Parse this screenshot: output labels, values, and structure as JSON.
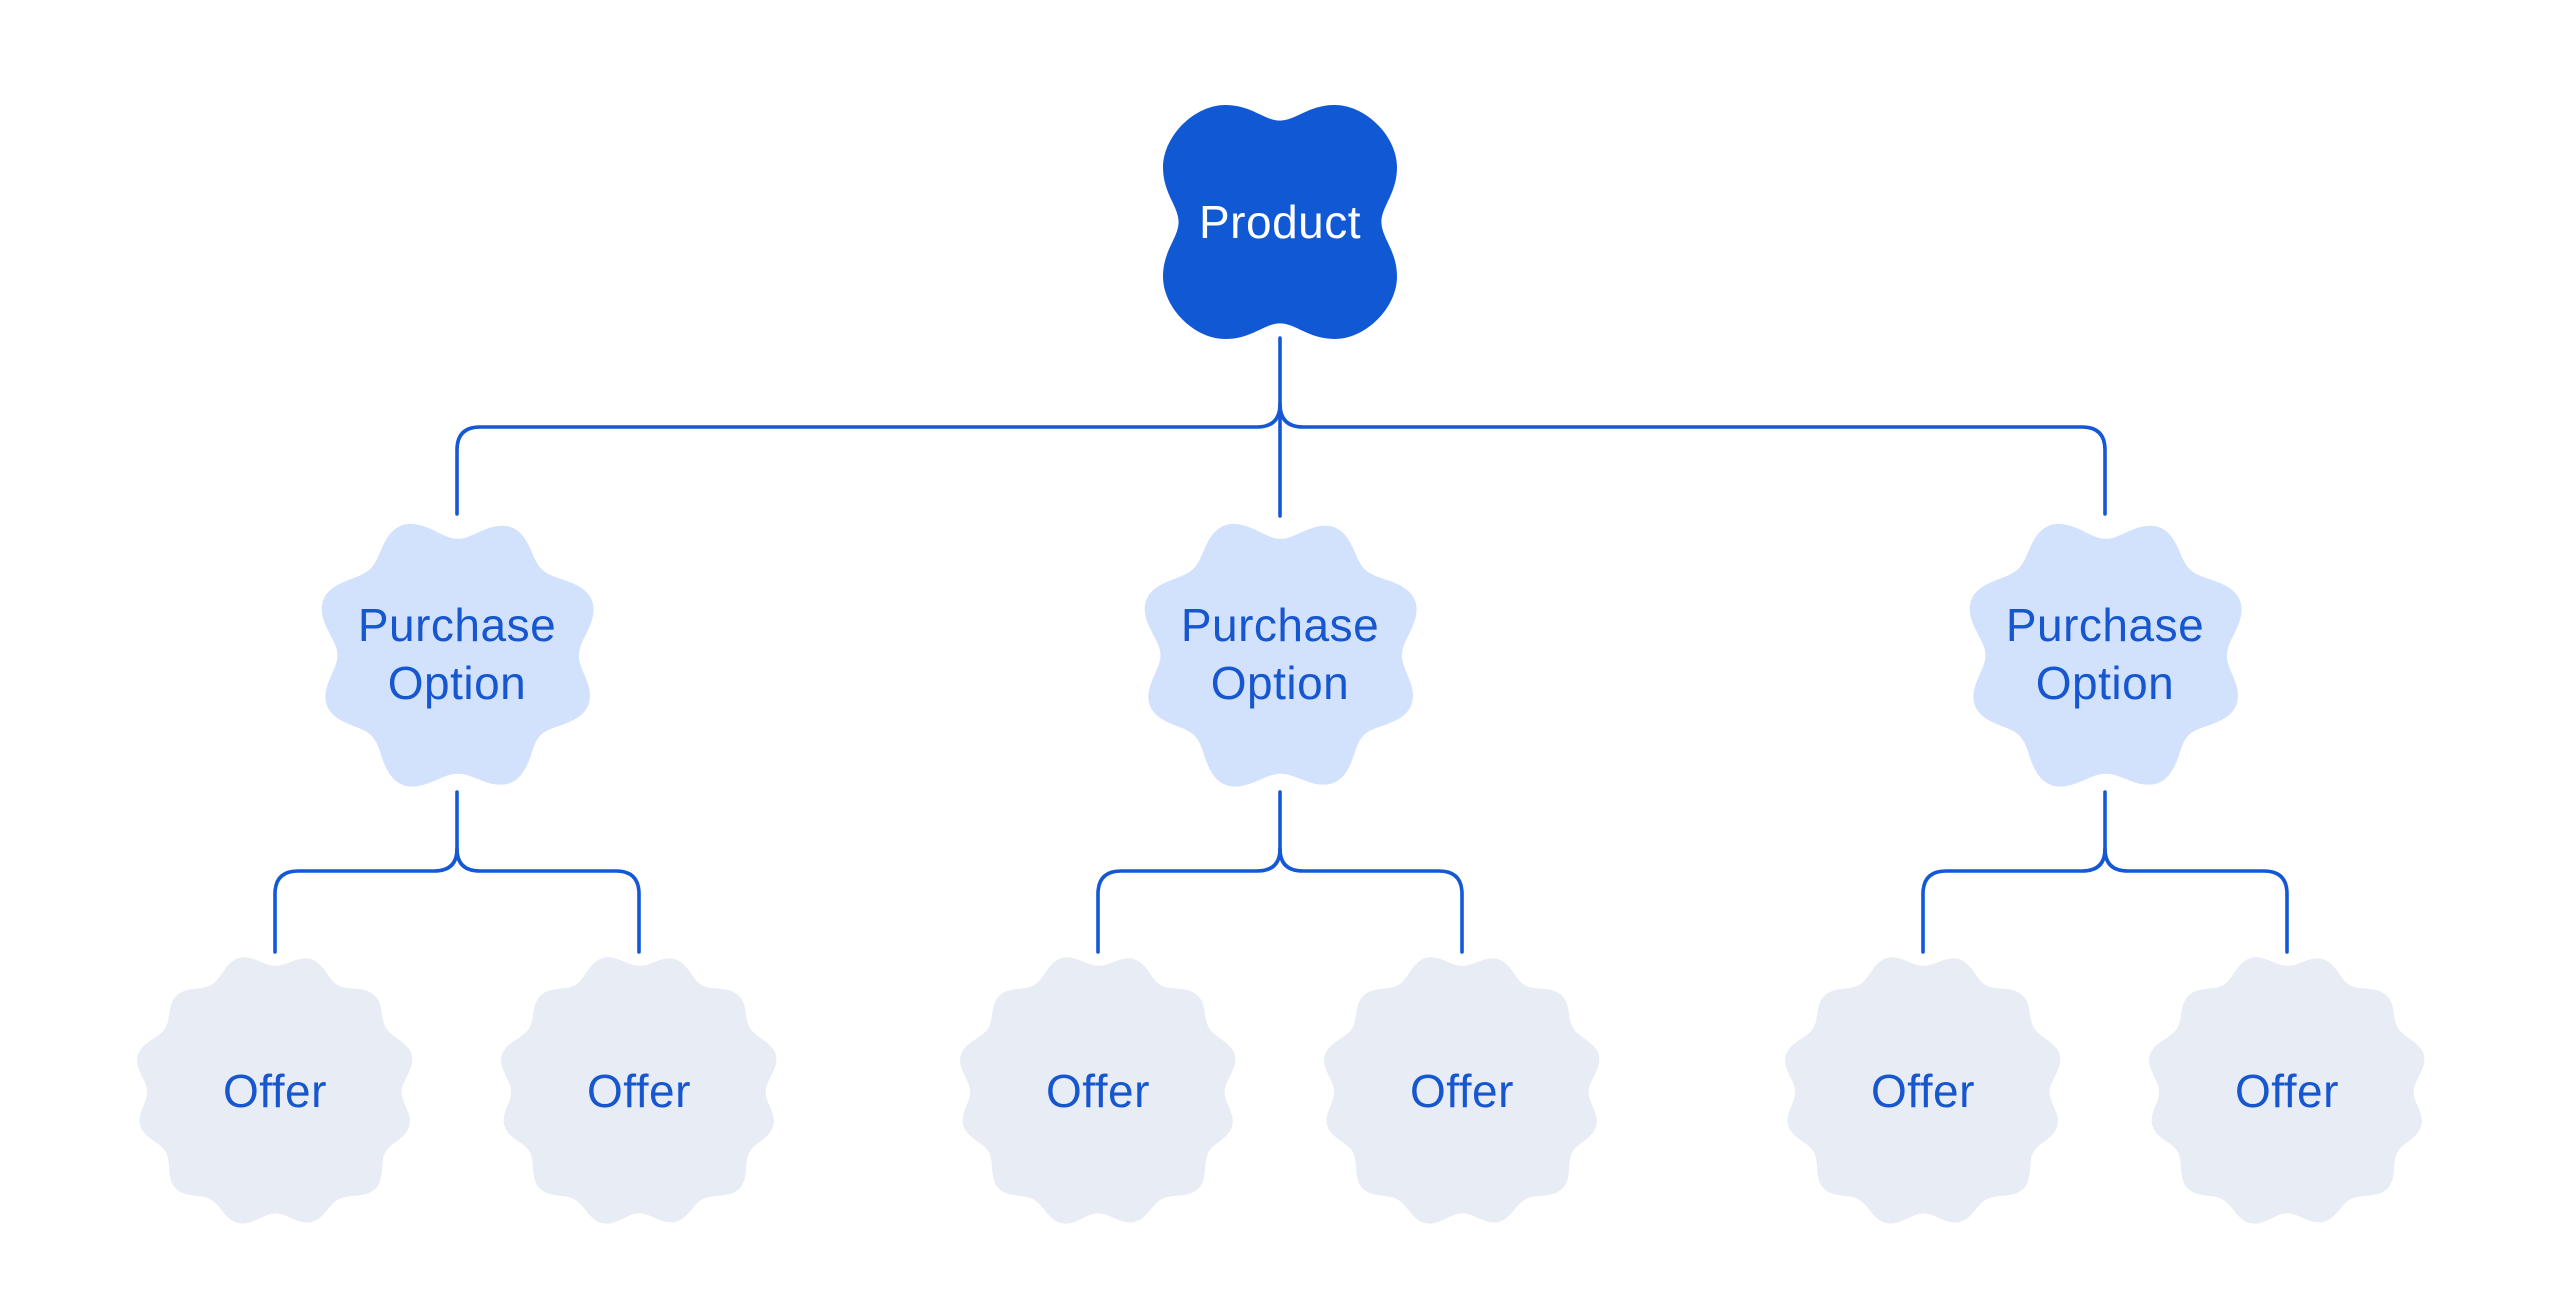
{
  "diagram": {
    "background_color": "#FFFFFF",
    "colors": {
      "product_fill": "#1158D4",
      "product_text": "#FFFFFF",
      "purchase_option_fill": "#D2E2FC",
      "offer_fill": "#E8ECF4",
      "connector_line": "#1458D5",
      "node_text": "#1656CE"
    },
    "nodes": {
      "product": {
        "label": "Product"
      },
      "purchase_options": [
        {
          "label": "Purchase Option"
        },
        {
          "label": "Purchase Option"
        },
        {
          "label": "Purchase Option"
        }
      ],
      "offers": [
        {
          "label": "Offer"
        },
        {
          "label": "Offer"
        },
        {
          "label": "Offer"
        },
        {
          "label": "Offer"
        },
        {
          "label": "Offer"
        },
        {
          "label": "Offer"
        }
      ]
    },
    "edges": [
      {
        "from": "Product",
        "to": "Purchase Option 1"
      },
      {
        "from": "Product",
        "to": "Purchase Option 2"
      },
      {
        "from": "Product",
        "to": "Purchase Option 3"
      },
      {
        "from": "Purchase Option 1",
        "to": "Offer 1"
      },
      {
        "from": "Purchase Option 1",
        "to": "Offer 2"
      },
      {
        "from": "Purchase Option 2",
        "to": "Offer 3"
      },
      {
        "from": "Purchase Option 2",
        "to": "Offer 4"
      },
      {
        "from": "Purchase Option 3",
        "to": "Offer 5"
      },
      {
        "from": "Purchase Option 3",
        "to": "Offer 6"
      }
    ]
  }
}
